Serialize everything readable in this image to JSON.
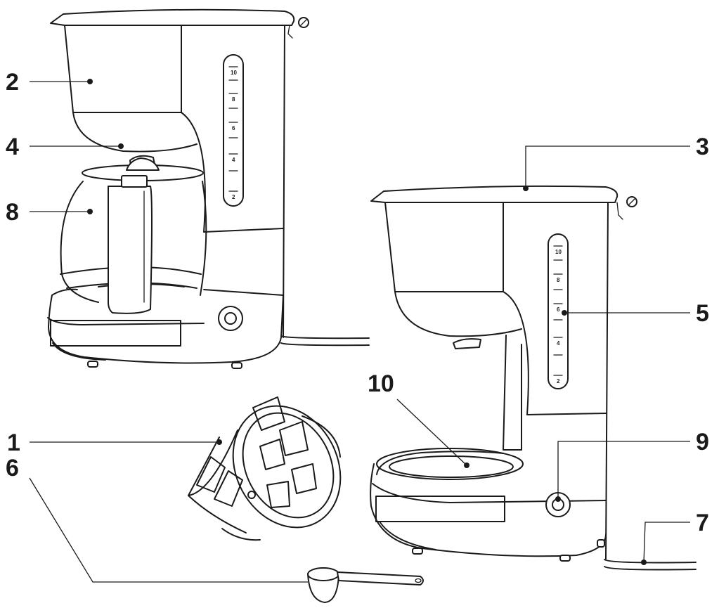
{
  "callouts": {
    "c1": "1",
    "c2": "2",
    "c3": "3",
    "c4": "4",
    "c5": "5",
    "c6": "6",
    "c7": "7",
    "c8": "8",
    "c9": "9",
    "c10": "10"
  },
  "water_gauge": {
    "marks": [
      "10",
      "8",
      "6",
      "4",
      "2"
    ]
  }
}
